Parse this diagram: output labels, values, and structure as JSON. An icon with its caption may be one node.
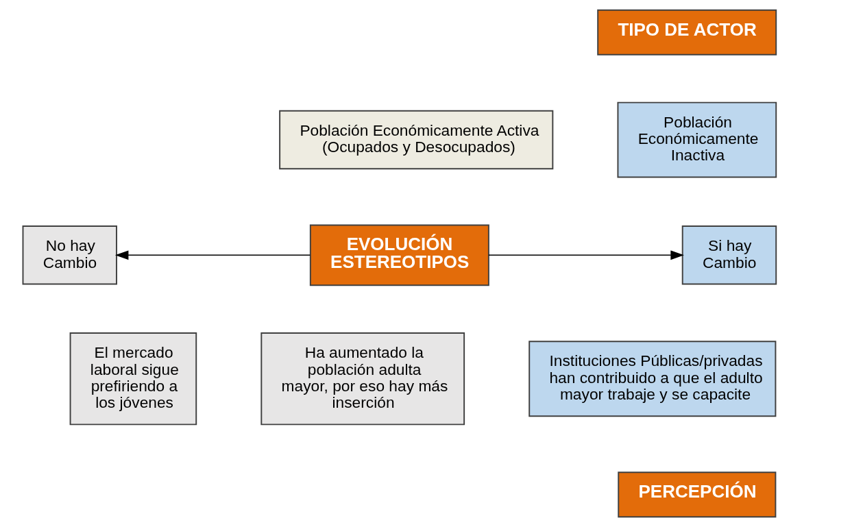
{
  "diagram": {
    "nodes": [
      {
        "text": [
          "TIPO DE ACTOR"
        ]
      },
      {
        "text": [
          "Población Económicamente Activa (Ocupados y Desocupados)"
        ]
      },
      {
        "text": [
          "Población Económicamente Inactiva"
        ]
      },
      {
        "text": [
          "No hay Cambio"
        ]
      },
      {
        "text": [
          "EVOLUCIÓN ESTEREOTIPOS"
        ]
      },
      {
        "text": [
          "Si hay Cambio"
        ]
      },
      {
        "text": [
          "El mercado laboral sigue prefiriendo a los jóvenes"
        ]
      },
      {
        "text": [
          "Ha aumentado la población adulta mayor, por eso hay más inserción"
        ]
      },
      {
        "text": [
          "Instituciones Públicas/privadas han contribuido a que el adulto mayor trabaje y se capacite"
        ]
      },
      {
        "text": [
          "PERCEPCIÓN"
        ]
      }
    ],
    "edges": [
      {
        "from": 4,
        "to": 3,
        "arrow": "to"
      },
      {
        "from": 4,
        "to": 5,
        "arrow": "to"
      }
    ]
  }
}
